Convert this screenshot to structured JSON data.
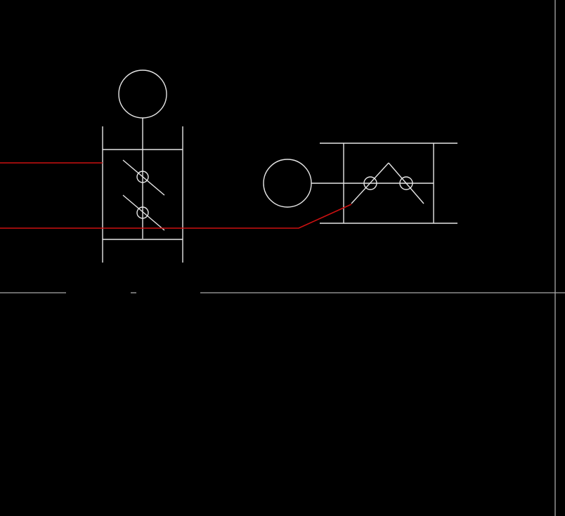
{
  "drawing": {
    "background_color": "#000000",
    "linework_color": "#e6e6e6",
    "crosshair_color": "#a8a8a8",
    "highlight_color": "#cc1111"
  },
  "symbols": [
    {
      "id": "vertical-valve-assembly",
      "kind": "valve-symbol",
      "orientation": "vertical"
    },
    {
      "id": "horizontal-valve-assembly",
      "kind": "valve-symbol",
      "orientation": "horizontal"
    }
  ],
  "cursor": {
    "kind": "crosshair"
  }
}
